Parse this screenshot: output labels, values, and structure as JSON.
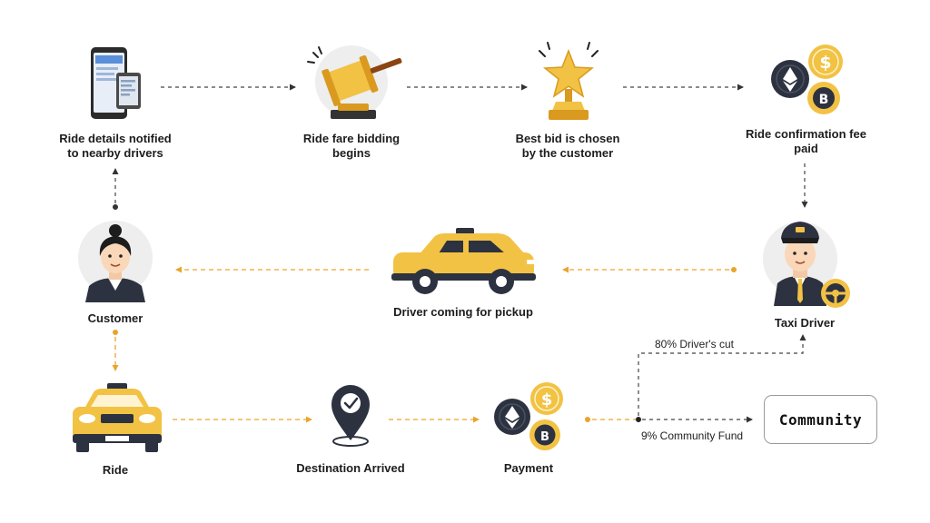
{
  "steps": {
    "ride_details": {
      "line1": "Ride details notified",
      "line2": "to nearby drivers"
    },
    "bidding": {
      "line1": "Ride fare bidding",
      "line2": "begins"
    },
    "best_bid": {
      "line1": "Best bid is chosen",
      "line2": "by the customer"
    },
    "confirmation_fee": {
      "line1": "Ride confirmation fee",
      "line2": "paid"
    },
    "taxi_driver": "Taxi Driver",
    "driver_coming": "Driver coming for pickup",
    "customer": "Customer",
    "ride": "Ride",
    "destination": "Destination Arrived",
    "payment": "Payment"
  },
  "split": {
    "drivers_cut": "80% Driver's cut",
    "community_fund": "9% Community Fund",
    "community_box": "Community"
  },
  "icons": {
    "ride_details": "phone-tablet-icon",
    "bidding": "gavel-icon",
    "best_bid": "star-trophy-icon",
    "confirmation_fee": "crypto-coins-icon",
    "taxi_driver": "taxi-driver-icon",
    "driver_coming": "taxi-side-icon",
    "customer": "customer-avatar-icon",
    "ride": "taxi-front-icon",
    "destination": "location-pin-check-icon",
    "payment": "crypto-coins-icon"
  },
  "colors": {
    "accent": "#e9a52a",
    "taxi_yellow": "#f2c244",
    "dark": "#1d1d1d",
    "grey_circle": "#eeeeee"
  }
}
